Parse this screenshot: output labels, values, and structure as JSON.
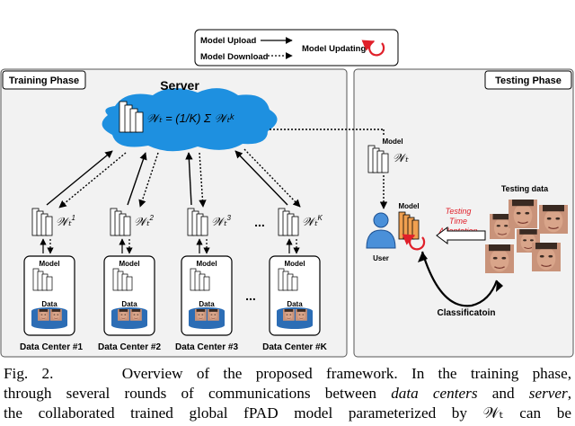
{
  "legend": {
    "upload": "Model Upload",
    "download": "Model Download",
    "updating": "Model Updating"
  },
  "training": {
    "title": "Training Phase",
    "server_label": "Server",
    "centers": [
      {
        "label": "Data Center #1",
        "weight_sup": "1"
      },
      {
        "label": "Data Center #2",
        "weight_sup": "2"
      },
      {
        "label": "Data Center #3",
        "weight_sup": "3"
      },
      {
        "label": "Data Center #K",
        "weight_sup": "K"
      }
    ],
    "model_label": "Model",
    "data_label": "Data",
    "ellipsis": "..."
  },
  "testing": {
    "title": "Testing Phase",
    "model_label": "Model",
    "user_label": "User",
    "tta_line1": "Testing",
    "tta_line2": "Time",
    "tta_line3": "Adaptation",
    "testing_data_label": "Testing data",
    "classification_label": "Classificatoin"
  },
  "caption": {
    "line1_a": "Fig. 2.",
    "line1_b": "Overview of the proposed framework. In the training phase,",
    "line2_a": "through several rounds of communications between ",
    "line2_b": "data centers",
    "line2_c": " and ",
    "line2_d": "server",
    "line2_e": ",",
    "line3": "the collaborated trained global fPAD model parameterized by 𝒲ₜ can be"
  },
  "colors": {
    "panel_bg": "#f2f2f2",
    "cloud": "#1e90e0",
    "user": "#4a90d9",
    "updating": "#e0202a",
    "tta": "#e0202a",
    "model_train": "#ffffff",
    "model_test": "#f0a050"
  }
}
